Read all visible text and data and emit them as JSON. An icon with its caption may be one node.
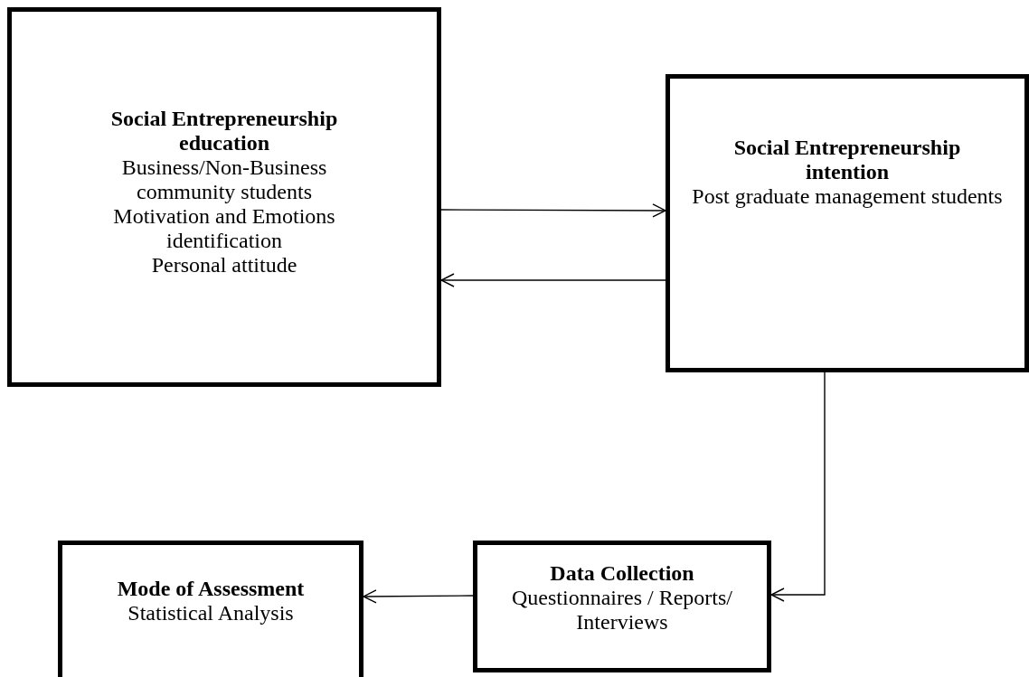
{
  "diagram": {
    "nodes": [
      {
        "text": [
          "Social Entrepreneurship education",
          "Business/Non-Business community students",
          "Motivation and Emotions identification",
          "Personal attitude"
        ]
      },
      {
        "text": [
          "Social Entrepreneurship intention",
          "Post graduate management students"
        ]
      },
      {
        "text": [
          "Data Collection",
          "Questionnaires / Reports/ Interviews"
        ]
      },
      {
        "text": [
          "Mode of Assessment",
          "Statistical Analysis"
        ]
      }
    ],
    "edges": [
      {
        "from": 0,
        "to": 1,
        "arrow": "to"
      },
      {
        "from": 1,
        "to": 0,
        "arrow": "to"
      },
      {
        "from": 1,
        "to": 2,
        "arrow": "to"
      },
      {
        "from": 2,
        "to": 3,
        "arrow": "to"
      }
    ]
  }
}
